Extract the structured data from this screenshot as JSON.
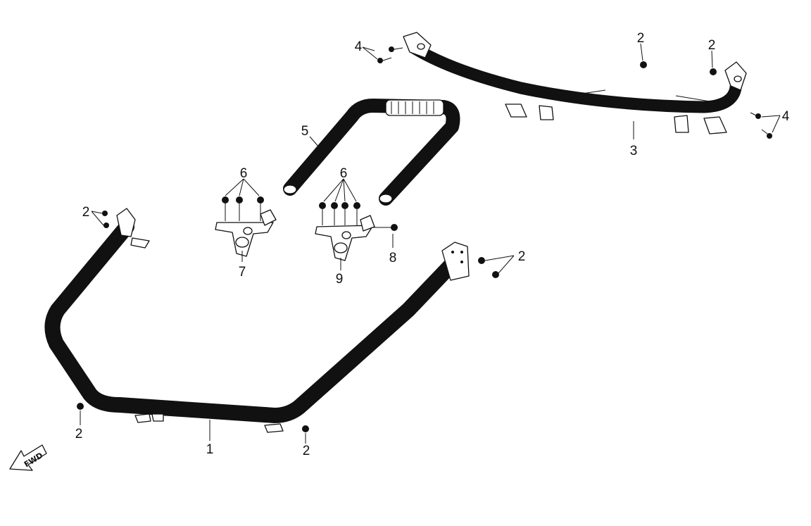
{
  "diagram": {
    "callouts": {
      "c1": "1",
      "c2_front_left": "2",
      "c2_bottom_left": "2",
      "c2_bottom_center": "2",
      "c2_right_bracket": "2",
      "c2_rear_left": "2",
      "c2_rear_right": "2",
      "c3": "3",
      "c4_left": "4",
      "c4_right": "4",
      "c5": "5",
      "c6_left": "6",
      "c6_right": "6",
      "c7": "7",
      "c8": "8",
      "c9": "9"
    },
    "direction_badge": "FWD"
  }
}
